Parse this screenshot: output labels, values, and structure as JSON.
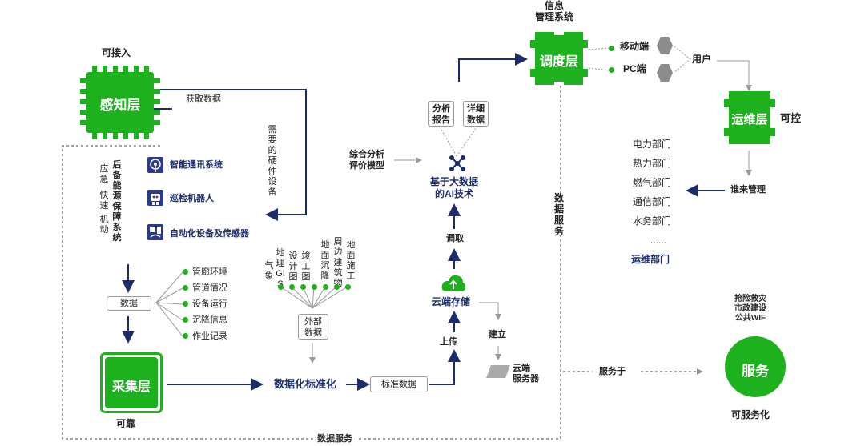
{
  "layers": {
    "perception": "感知层",
    "scheduling": "调度层",
    "operations": "运维层",
    "collection": "采集层",
    "service": "服务"
  },
  "labels": {
    "accessible": "可接入",
    "info_system": "信息\n管理系统",
    "controllable": "可控",
    "reliable": "可靠",
    "serviceable": "可服务化",
    "get_data": "获取数据",
    "needed_hw": "需要的硬件设备",
    "backup_system": "后备能源保障系统",
    "emergency": "应急",
    "fast": "快速",
    "mobile": "机动",
    "data": "数据",
    "external_data": "外部\n数据",
    "digitize": "数据化标准化",
    "std_data": "标准数据",
    "upload": "上传",
    "cloud_storage": "云端存储",
    "build": "建立",
    "cloud_server": "云端\n服务器",
    "retrieve": "调取",
    "ai_tech": "基于大数据\n的AI技术",
    "analysis_model": "综合分析\n评价模型",
    "analysis_report": "分析\n报告",
    "detail_data": "详细\n数据",
    "mobile_end": "移动端",
    "pc_end": "PC端",
    "user": "用户",
    "who_manages": "谁来管理",
    "data_service_v": "数据服务",
    "data_service_h": "数据服务",
    "serves": "服务于",
    "public_services": "抢险救灾\n市政建设\n公共WIF"
  },
  "systems": [
    {
      "icon": "signal-tower-icon",
      "label": "智能通讯系统"
    },
    {
      "icon": "robot-icon",
      "label": "巡检机器人"
    },
    {
      "icon": "sensor-icon",
      "label": "自动化设备及传感器"
    }
  ],
  "data_items": [
    "管廊环境",
    "管道情况",
    "设备运行",
    "沉降信息",
    "作业记录"
  ],
  "external_items": [
    "气象",
    "地理GIS",
    "设计图",
    "竣工图",
    "地面沉降",
    "周边建筑物",
    "地面施工"
  ],
  "departments": [
    "电力部门",
    "热力部门",
    "燃气部门",
    "通信部门",
    "水务部门",
    "......",
    "运维部门"
  ],
  "colors": {
    "green": "#1db11d",
    "navy": "#1d2c6b",
    "gray": "#9a9a9a"
  }
}
